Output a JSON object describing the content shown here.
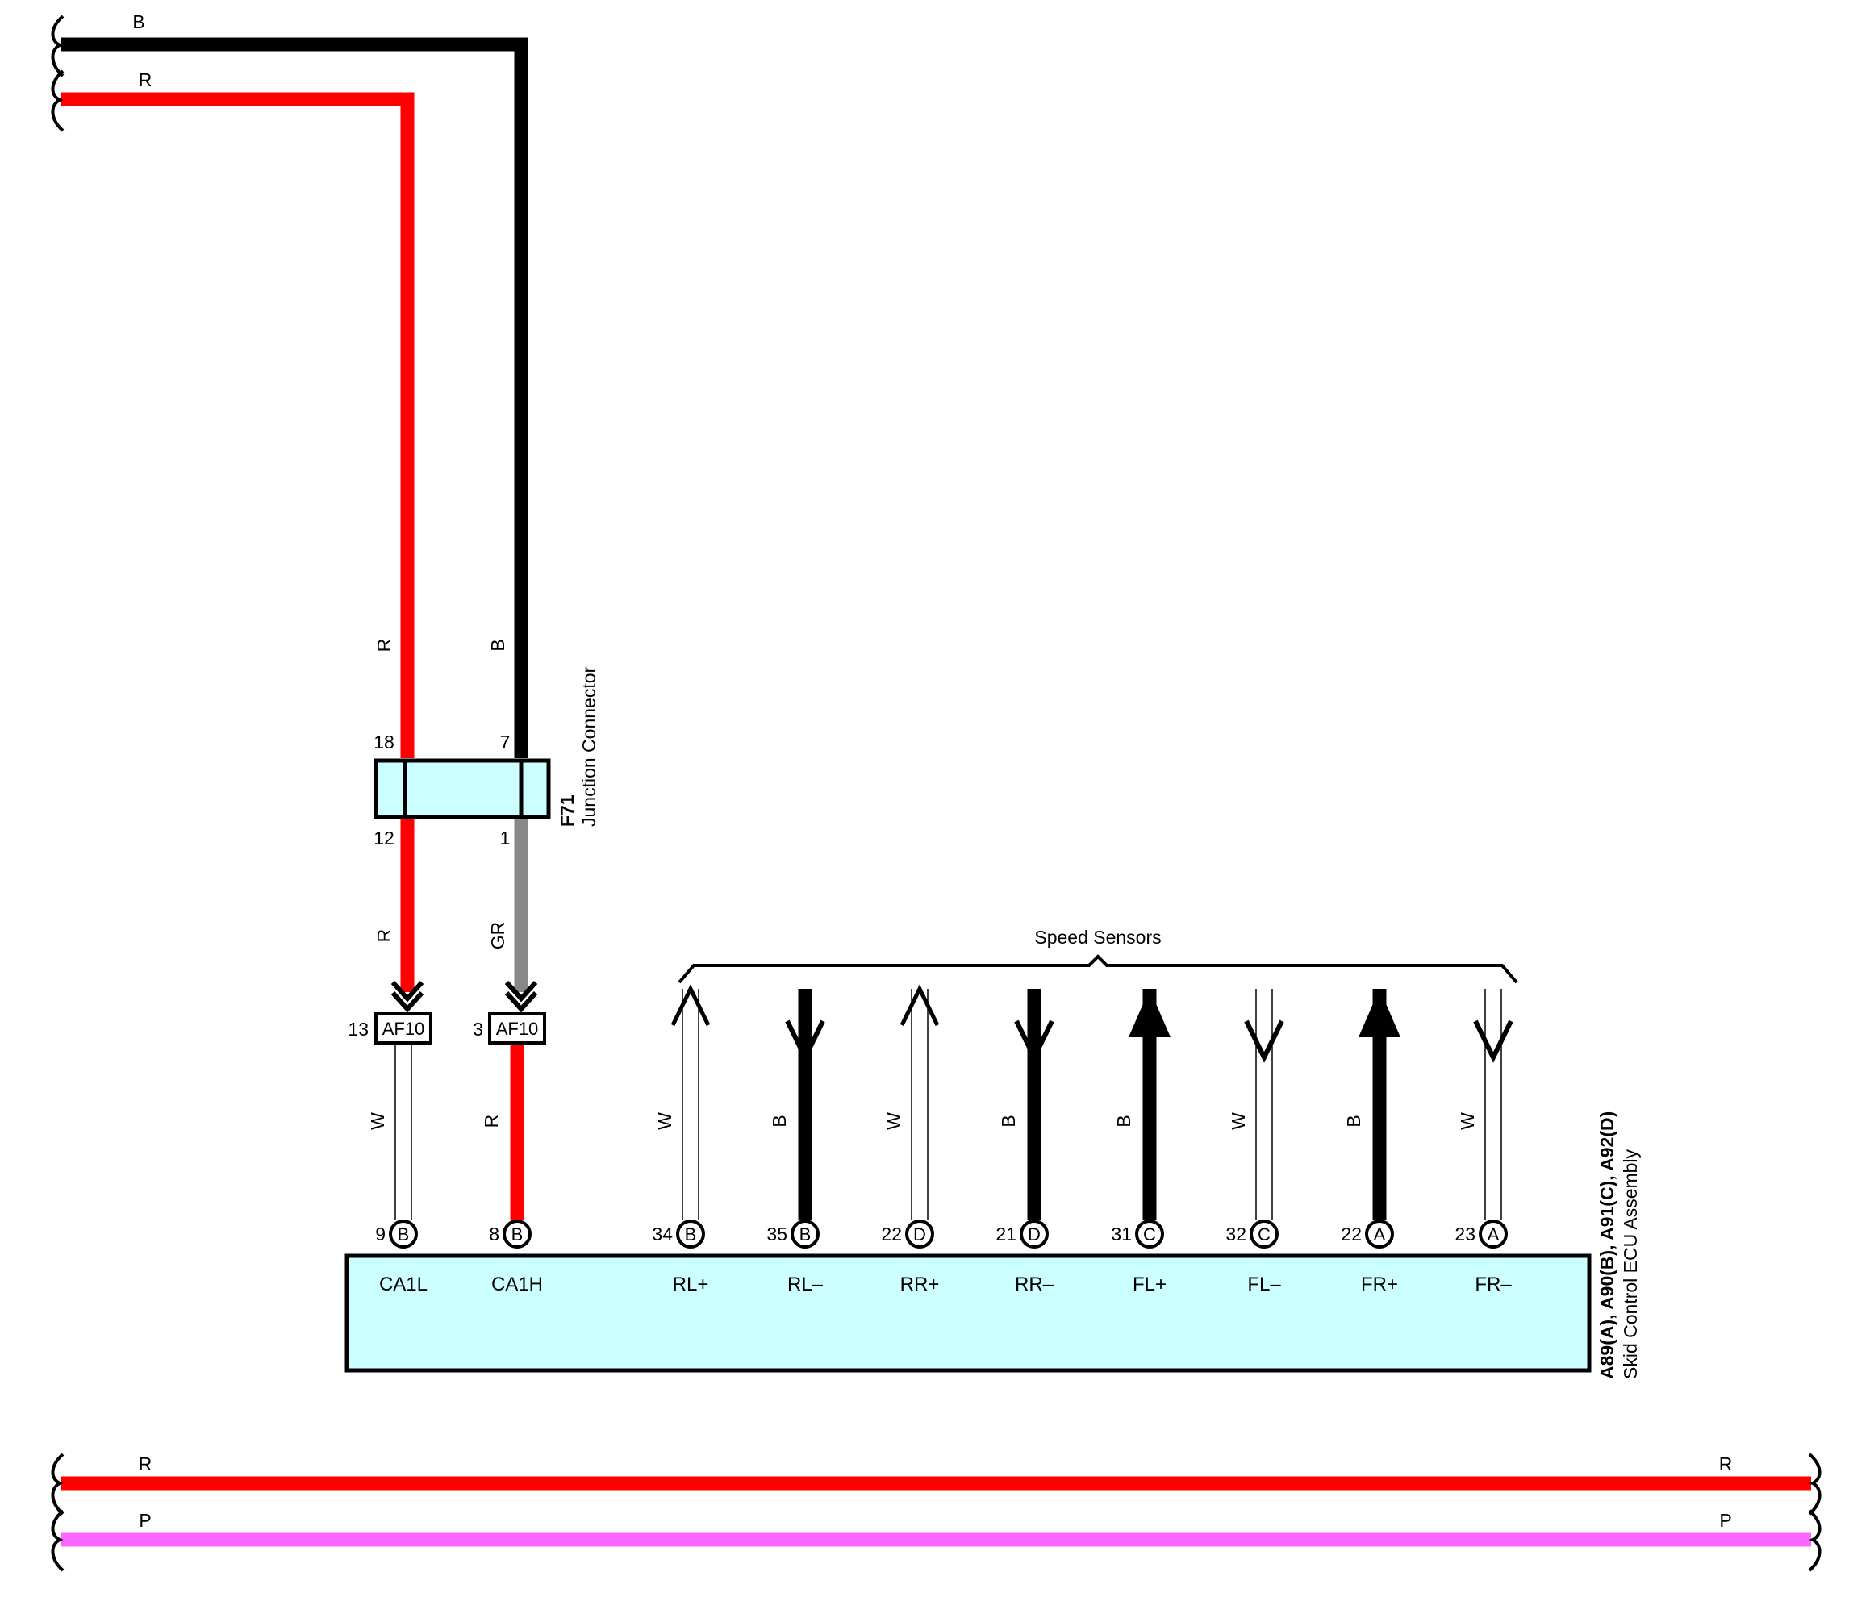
{
  "colors": {
    "R": "#ff0000",
    "B": "#000000",
    "GR": "#888888",
    "W": "#ffffff",
    "P": "#ff66ff",
    "box_fill": "#ccffff"
  },
  "wires_top": {
    "black_label": "B",
    "red_label": "R"
  },
  "junction": {
    "code": "F71",
    "name": "Junction Connector",
    "pin_in_red": "18",
    "pin_in_black": "7",
    "pin_out_red": "12",
    "pin_out_gray": "1",
    "wire_red_upper": "R",
    "wire_black_upper": "B",
    "wire_red_lower": "R",
    "wire_gray_lower": "GR"
  },
  "af10": {
    "left": {
      "pin": "13",
      "code": "AF10",
      "wire": "W"
    },
    "right": {
      "pin": "3",
      "code": "AF10",
      "wire": "R"
    }
  },
  "speed_sensors_label": "Speed Sensors",
  "ecu": {
    "codes": "A89(A), A90(B), A91(C), A92(D)",
    "name": "Skid Control ECU Assembly",
    "terminals": [
      {
        "pin": "9",
        "conn": "B",
        "signal": "CA1L",
        "wire": "W"
      },
      {
        "pin": "8",
        "conn": "B",
        "signal": "CA1H",
        "wire": "R"
      },
      {
        "pin": "34",
        "conn": "B",
        "signal": "RL+",
        "wire": "W"
      },
      {
        "pin": "35",
        "conn": "B",
        "signal": "RL–",
        "wire": "B"
      },
      {
        "pin": "22",
        "conn": "D",
        "signal": "RR+",
        "wire": "W"
      },
      {
        "pin": "21",
        "conn": "D",
        "signal": "RR–",
        "wire": "B"
      },
      {
        "pin": "31",
        "conn": "C",
        "signal": "FL+",
        "wire": "B"
      },
      {
        "pin": "32",
        "conn": "C",
        "signal": "FL–",
        "wire": "W"
      },
      {
        "pin": "22",
        "conn": "A",
        "signal": "FR+",
        "wire": "B"
      },
      {
        "pin": "23",
        "conn": "A",
        "signal": "FR–",
        "wire": "W"
      }
    ]
  },
  "wires_bottom": {
    "red_left": "R",
    "red_right": "R",
    "pink_left": "P",
    "pink_right": "P"
  }
}
